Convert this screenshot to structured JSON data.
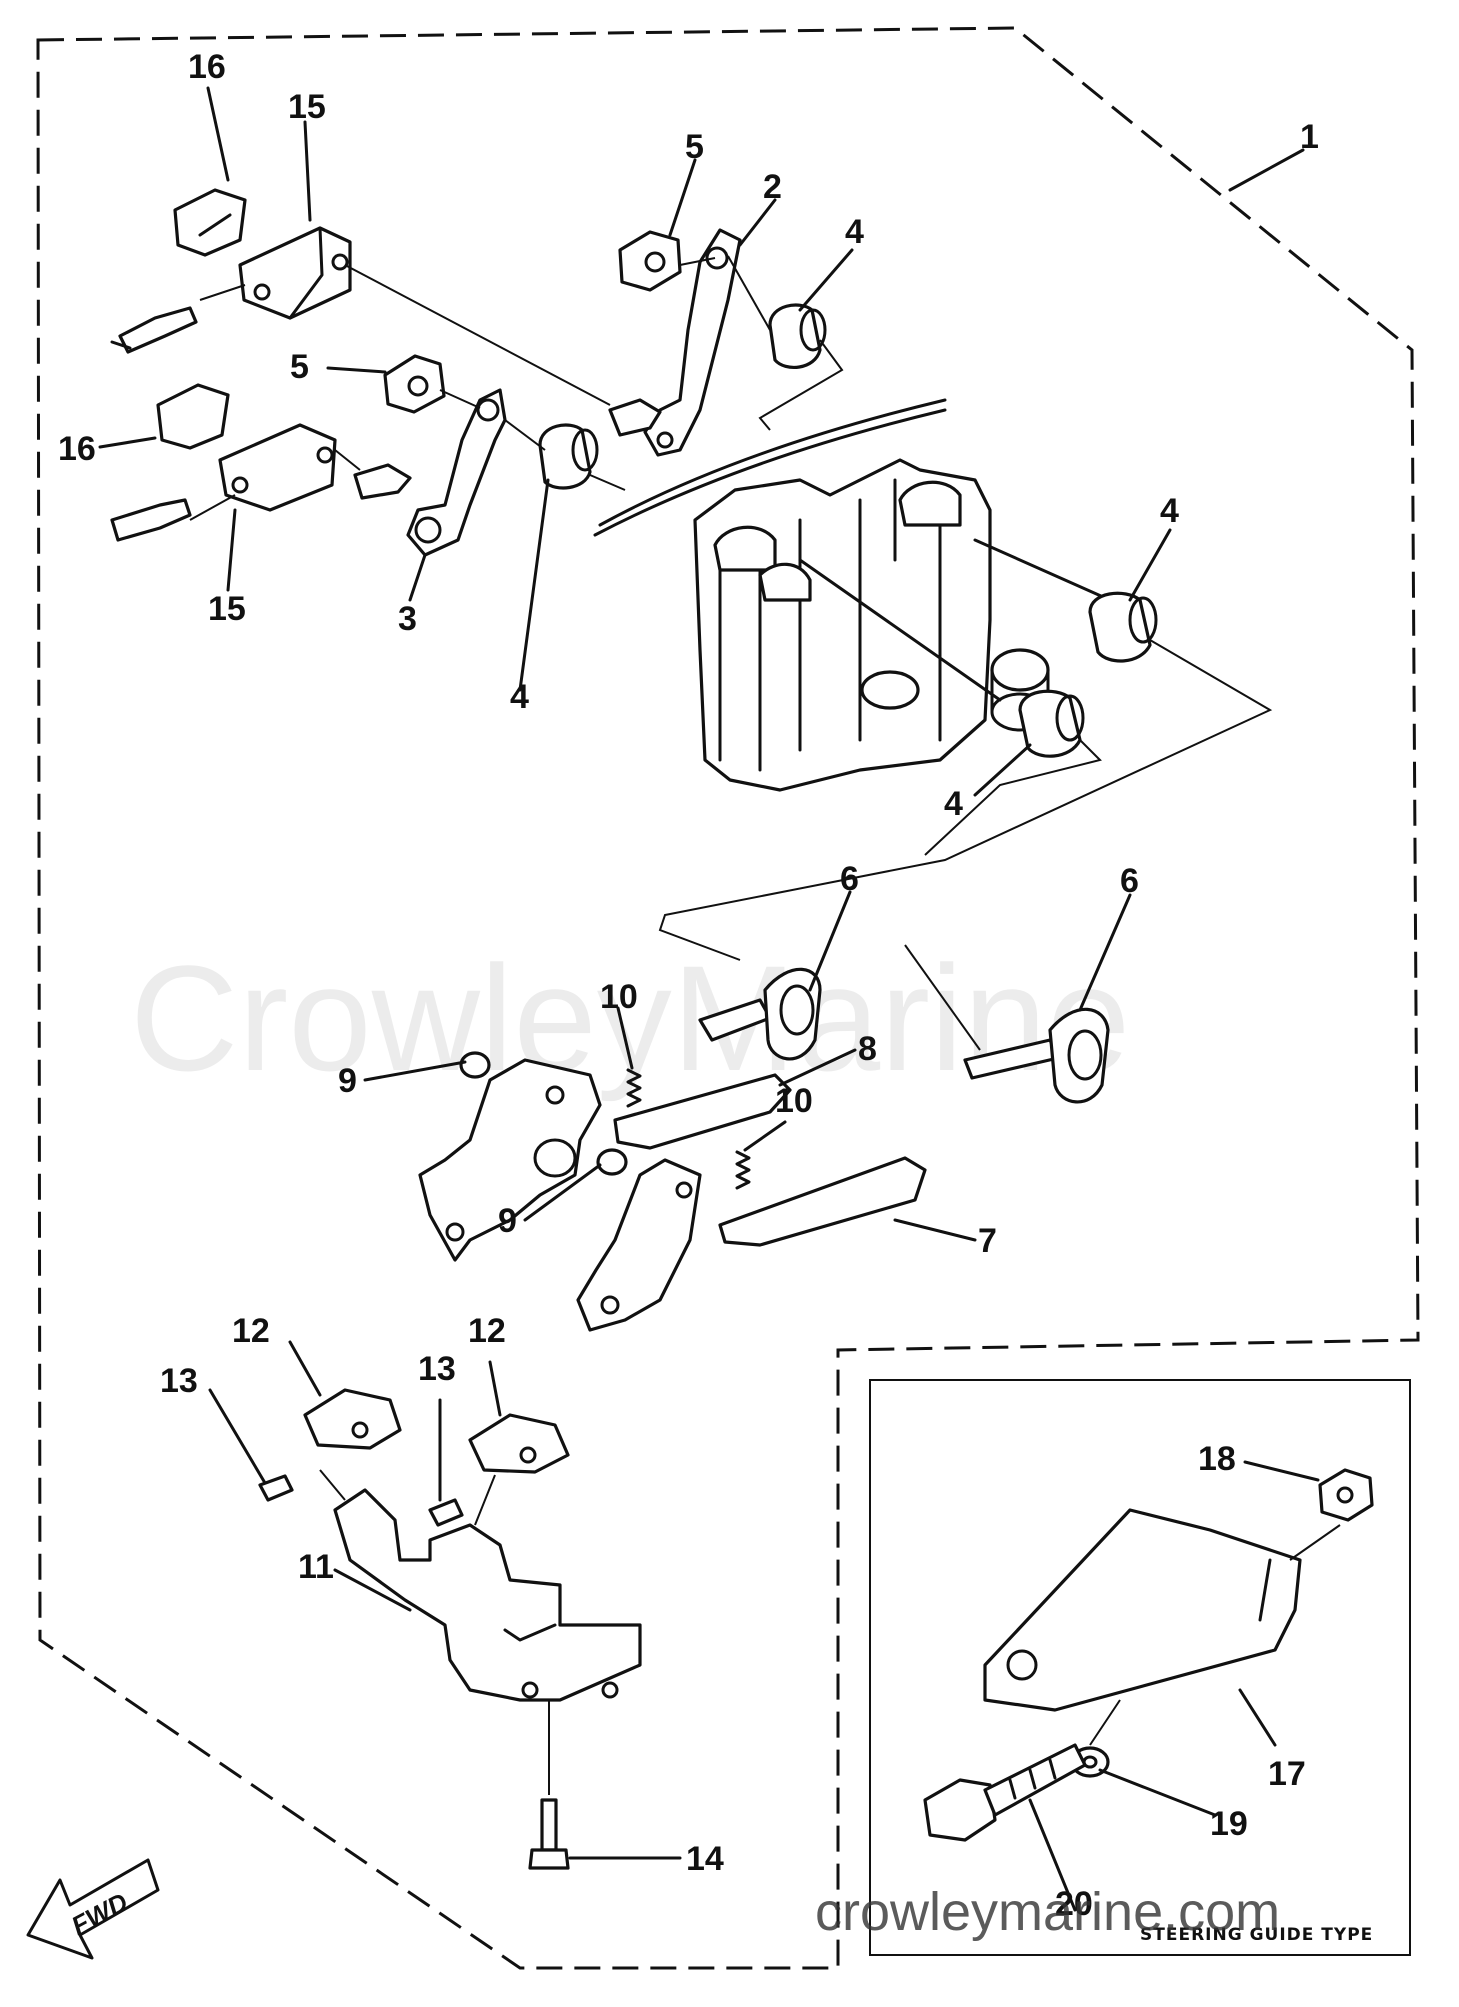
{
  "callouts": {
    "n1": "1",
    "n2": "2",
    "n3": "3",
    "n4a": "4",
    "n4b": "4",
    "n4c": "4",
    "n4d": "4",
    "n5a": "5",
    "n5b": "5",
    "n6a": "6",
    "n6b": "6",
    "n7": "7",
    "n8": "8",
    "n9a": "9",
    "n9b": "9",
    "n10a": "10",
    "n10b": "10",
    "n11": "11",
    "n12a": "12",
    "n12b": "12",
    "n13a": "13",
    "n13b": "13",
    "n14": "14",
    "n15a": "15",
    "n15b": "15",
    "n16a": "16",
    "n16b": "16",
    "n17": "17",
    "n18": "18",
    "n19": "19",
    "n20": "20"
  },
  "inset_caption": "STEERING GUIDE TYPE",
  "fwd_label": "FWD",
  "watermark": "CrowleyMarine",
  "site_url": "crowleymarine.com"
}
